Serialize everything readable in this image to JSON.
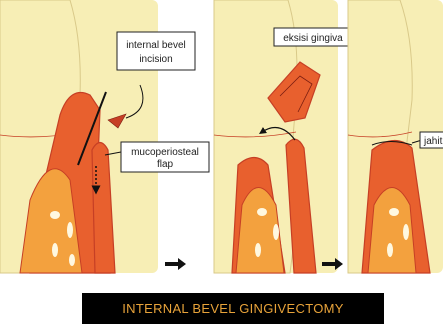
{
  "labels": {
    "incision": "internal bevel\nincision",
    "flap": "mucoperiosteal\nflap",
    "excision": "eksisi gingiva",
    "suture": "jahit"
  },
  "caption": "INTERNAL BEVEL GINGIVECTOMY",
  "colors": {
    "tooth": "#f7eeb5",
    "gingiva": "#e8602e",
    "bone": "#f3a13e",
    "outline": "#c63f25",
    "caption_bg": "#000000",
    "caption_text": "#e8a33a"
  }
}
